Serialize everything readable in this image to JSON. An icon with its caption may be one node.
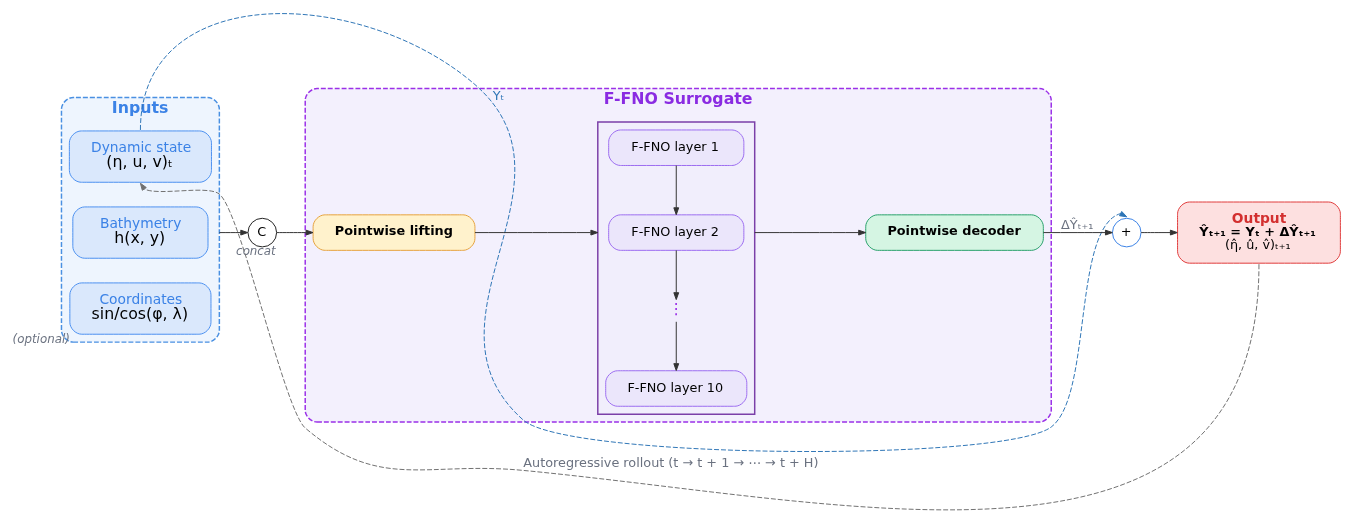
{
  "diagram": {
    "nodes": [
      {
        "text": [
          "Inputs"
        ]
      },
      {
        "text": [
          "Dynamic state",
          "(η, u, v)ₜ"
        ],
        "in": 0
      },
      {
        "text": [
          "Bathymetry",
          "h(x, y)"
        ],
        "in": 0
      },
      {
        "text": [
          "Coordinates",
          "sin/cos(φ, λ)"
        ],
        "in": 0,
        "beside": [
          "(optional)"
        ]
      },
      {
        "text": [
          "C"
        ],
        "beside": [
          "concat"
        ]
      },
      {
        "text": [
          "F-FNO Surrogate"
        ]
      },
      {
        "text": [
          "Pointwise lifting"
        ],
        "in": 5
      },
      {
        "text": [],
        "shape": "box",
        "in": 5
      },
      {
        "text": [
          "F-FNO layer 1"
        ],
        "in": 7
      },
      {
        "text": [
          "F-FNO layer 2"
        ],
        "in": 7
      },
      {
        "text": [
          "⋮"
        ],
        "in": 7
      },
      {
        "text": [
          "F-FNO layer 10"
        ],
        "in": 7
      },
      {
        "text": [
          "Pointwise decoder"
        ],
        "in": 5
      },
      {
        "text": [
          "+"
        ]
      },
      {
        "text": [
          "Output",
          "Ŷₜ₊₁ = Yₜ + ΔŶₜ₊₁",
          "(η̂, û, v̂)ₜ₊₁"
        ]
      }
    ],
    "edges": [
      {
        "from": 0,
        "to": 4,
        "arrow": "to"
      },
      {
        "from": 4,
        "to": 6,
        "arrow": "to"
      },
      {
        "from": 6,
        "to": 7,
        "arrow": "to"
      },
      {
        "from": 8,
        "to": 9,
        "arrow": "to"
      },
      {
        "from": 9,
        "to": 10,
        "arrow": "to"
      },
      {
        "from": 10,
        "to": 11,
        "arrow": "to"
      },
      {
        "from": 7,
        "to": 12,
        "arrow": "to"
      },
      {
        "from": 12,
        "to": 13,
        "arrow": "to",
        "label": "ΔŶₜ₊₁"
      },
      {
        "from": 1,
        "to": 13,
        "arrow": "to",
        "label": "Yₜ",
        "style": "dashed",
        "color": "#2e75b6"
      },
      {
        "from": 13,
        "to": 14,
        "arrow": "to"
      },
      {
        "from": 14,
        "to": 1,
        "arrow": "to",
        "label": "Autoregressive rollout (t → t + 1 → ⋯ → t + H)",
        "style": "dashed",
        "color": "#707070"
      }
    ]
  }
}
